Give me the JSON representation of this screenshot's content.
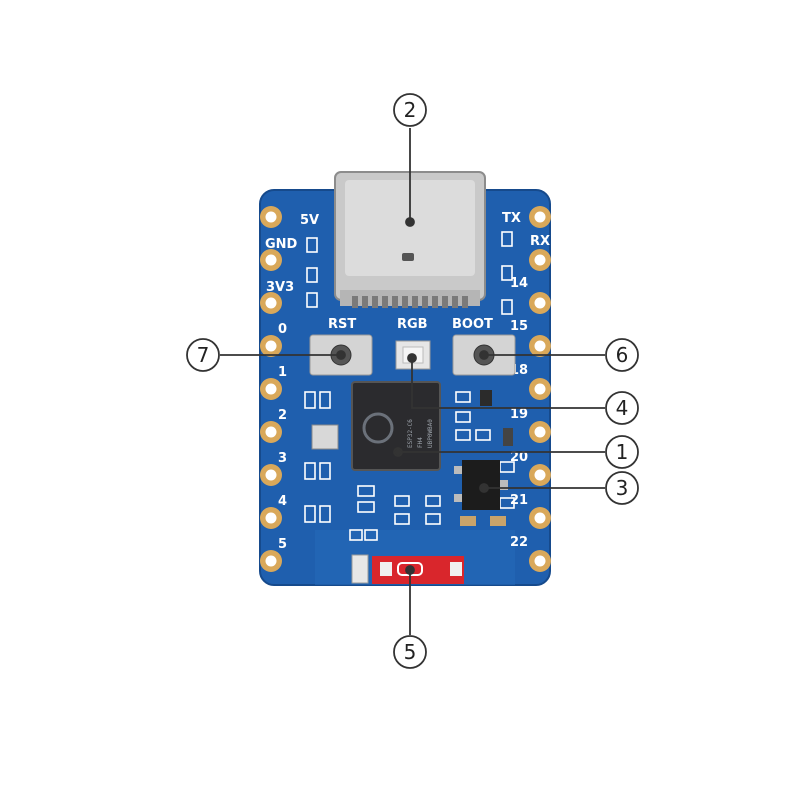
{
  "colors": {
    "board": "#1f5fae",
    "board_edge": "#164a8c",
    "pad_gold": "#d9a85a",
    "pad_hole": "#ffffff",
    "silk": "#ffffff",
    "usb_metal": "#c9c9c9",
    "chip": "#2b2b2e",
    "antenna": "#d9262c",
    "leader": "#333333"
  },
  "board": {
    "left_pins": [
      "5V",
      "GND",
      "3V3",
      "0",
      "1",
      "2",
      "3",
      "4",
      "5"
    ],
    "right_pins": [
      "TX",
      "RX",
      "14",
      "15",
      "18",
      "19",
      "20",
      "21",
      "22"
    ],
    "button_labels": {
      "rst": "RST",
      "rgb": "RGB",
      "boot": "BOOT"
    },
    "chip_marking": [
      "ESP32-C6",
      "FH4",
      "UBP0WBA0"
    ]
  },
  "callouts": [
    {
      "id": "1",
      "number": "1"
    },
    {
      "id": "2",
      "number": "2"
    },
    {
      "id": "3",
      "number": "3"
    },
    {
      "id": "4",
      "number": "4"
    },
    {
      "id": "5",
      "number": "5"
    },
    {
      "id": "6",
      "number": "6"
    },
    {
      "id": "7",
      "number": "7"
    }
  ]
}
